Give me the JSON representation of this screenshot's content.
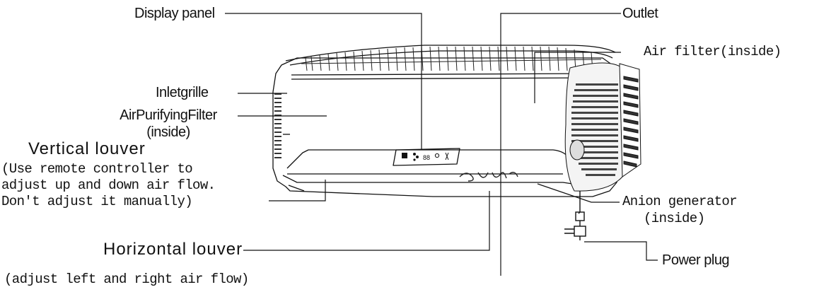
{
  "labels": {
    "display_panel": "Display panel",
    "outlet": "Outlet",
    "air_filter": "Air filter(inside)",
    "inlet_grille": "Inletgrille",
    "air_purifying_filter": "AirPurifyingFilter",
    "air_purifying_filter_sub": "(inside)",
    "vertical_louver": "Vertical louver",
    "vertical_louver_note_1": "(Use remote controller to",
    "vertical_louver_note_2": "adjust up and down air flow.",
    "vertical_louver_note_3": "Don't adjust it manually)",
    "horizontal_louver": "Horizontal louver",
    "horizontal_louver_note": "(adjust left and right air flow)",
    "anion_generator": "Anion generator",
    "anion_generator_sub": "(inside)",
    "power_plug": "Power plug"
  },
  "display": {
    "readout": "88"
  }
}
